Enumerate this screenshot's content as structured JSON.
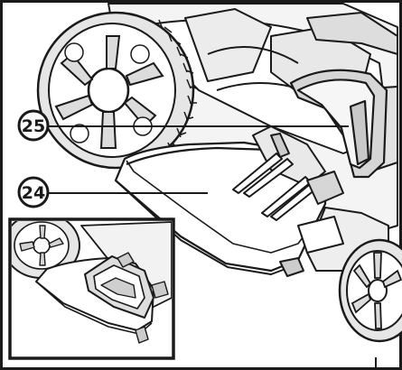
{
  "callouts": [
    {
      "number": "25",
      "part": "upper-part"
    },
    {
      "number": "24",
      "part": "lower-part"
    }
  ],
  "colors": {
    "line": "#1a1a1a",
    "shade": "#d9d9d9",
    "light": "#f2f2f2",
    "paper": "#ffffff"
  },
  "icons": [
    "lawnmower-illustration",
    "tread-wheel",
    "inset-detail"
  ]
}
